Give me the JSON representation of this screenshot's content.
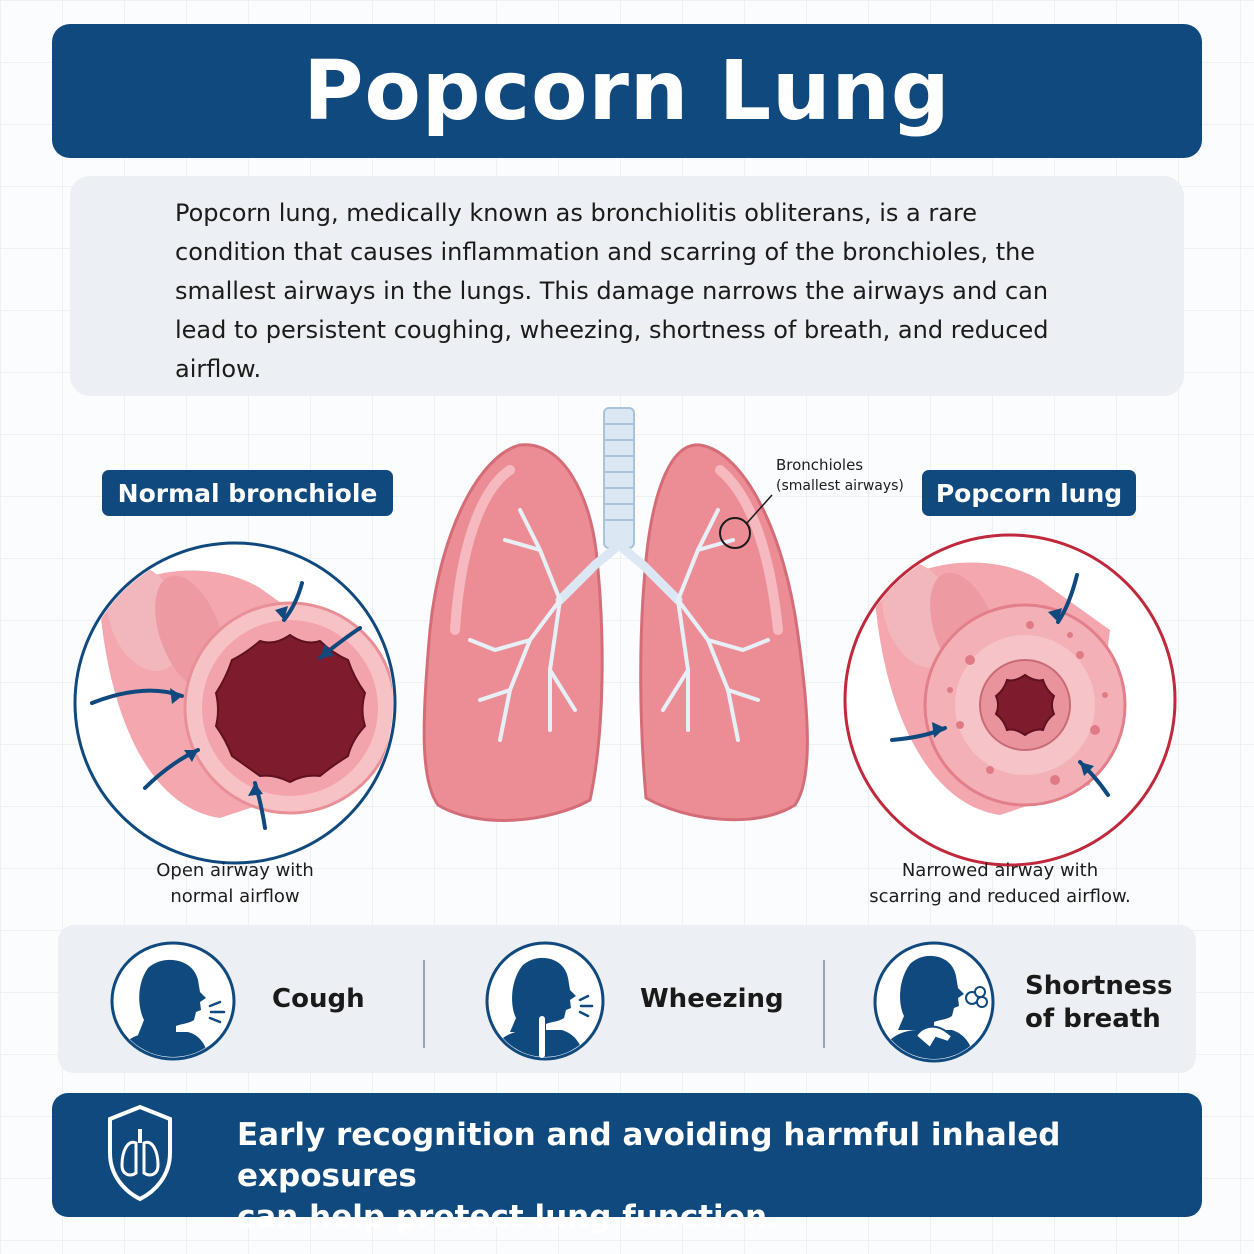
{
  "header": {
    "title": "Popcorn Lung"
  },
  "intro": {
    "text": "Popcorn lung, medically known as bronchiolitis obliterans, is a rare condition that causes inflammation and scarring of the bronchioles, the smallest airways in the lungs. This damage narrows the airways and can lead to persistent coughing, wheezing, shortness of breath, and reduced airflow."
  },
  "diagram": {
    "left_label": "Normal bronchiole",
    "right_label": "Popcorn lung",
    "callout_line1": "Bronchioles",
    "callout_line2": "(smallest airways)",
    "left_caption_line1": "Open airway with",
    "left_caption_line2": "normal airflow",
    "right_caption_line1": "Narrowed airway with",
    "right_caption_line2": "scarring and reduced airflow."
  },
  "symptoms": [
    {
      "label_line1": "Cough",
      "label_line2": "",
      "icon": "cough-person-icon"
    },
    {
      "label_line1": "Wheezing",
      "label_line2": "",
      "icon": "wheezing-person-icon"
    },
    {
      "label_line1": "Shortness",
      "label_line2": "of breath",
      "icon": "breathless-person-icon"
    }
  ],
  "footer": {
    "text_line1": "Early recognition and avoiding harmful inhaled exposures",
    "text_line2": "can help protect lung function.",
    "icon": "shield-lungs-icon"
  },
  "colors": {
    "navy": "#10497e",
    "lung_pink": "#ec8d96",
    "airway_dark": "#7e1b2c",
    "scar_red": "#c0283c",
    "panel_gray": "#eceff3"
  }
}
